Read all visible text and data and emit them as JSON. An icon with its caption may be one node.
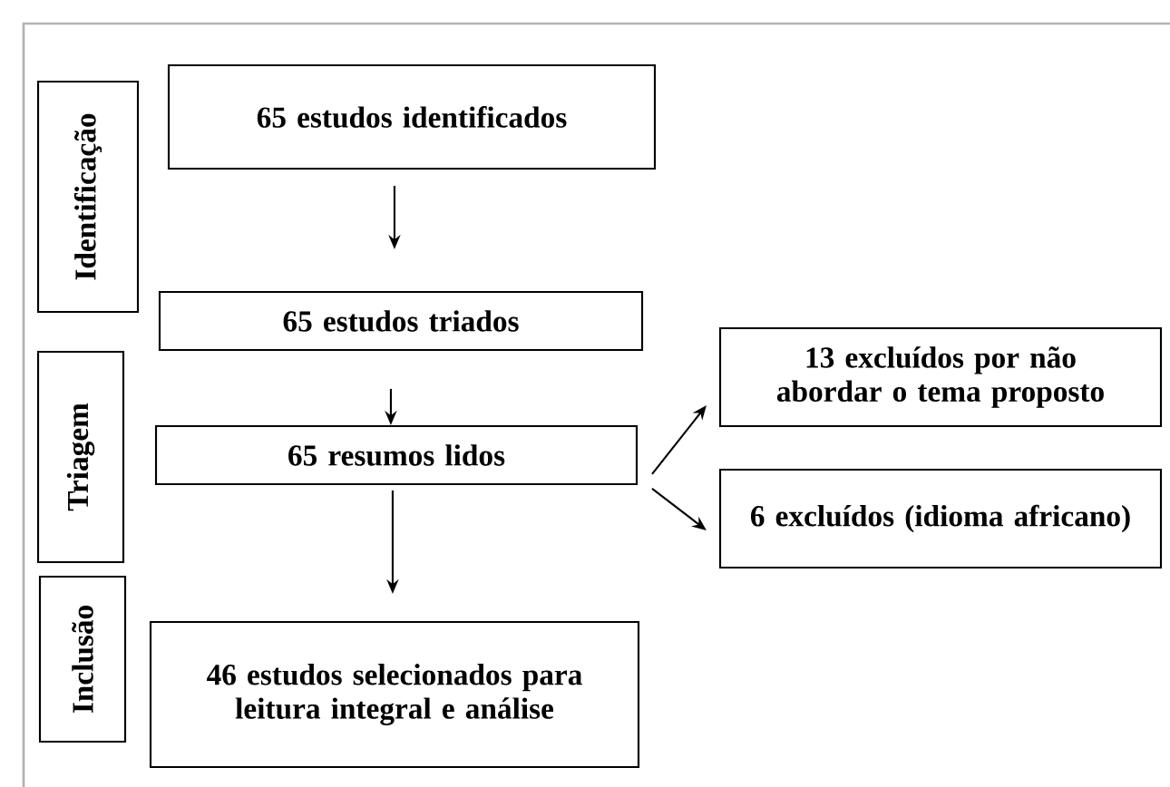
{
  "diagram": {
    "nodes": [
      {
        "text": [
          "Identificação"
        ]
      },
      {
        "text": [
          "65 estudos identificados"
        ]
      },
      {
        "text": [
          "65 estudos triados"
        ]
      },
      {
        "text": [
          "Triagem"
        ]
      },
      {
        "text": [
          "65 resumos lidos"
        ]
      },
      {
        "text": [
          "13 excluídos por não abordar o tema proposto"
        ]
      },
      {
        "text": [
          "6 excluídos (idioma africano)"
        ]
      },
      {
        "text": [
          "Inclusão"
        ]
      },
      {
        "text": [
          "46 estudos selecionados para leitura integral e análise"
        ]
      }
    ],
    "edges": [
      {
        "from": 1,
        "to": 2,
        "arrow": "to"
      },
      {
        "from": 2,
        "to": 4,
        "arrow": "to"
      },
      {
        "from": 4,
        "to": 8,
        "arrow": "to"
      },
      {
        "from": 4,
        "to": 5,
        "arrow": "to"
      },
      {
        "from": 4,
        "to": 6,
        "arrow": "to"
      }
    ]
  }
}
